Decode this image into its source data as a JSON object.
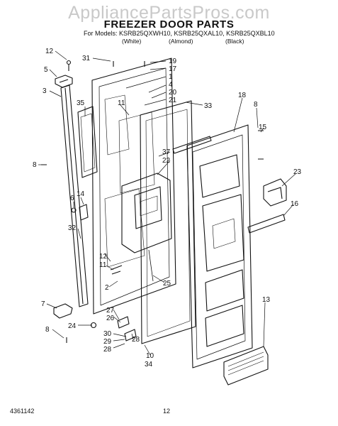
{
  "watermark": "AppliancePartsPros.com",
  "title": "FREEZER DOOR PARTS",
  "models_line": "For Models: KSRB25QXWH10, KSRB25QXAL10, KSRB25QXBL10",
  "color_labels": [
    "(White)",
    "(Almond)",
    "(Black)"
  ],
  "callouts": [
    "12",
    "31",
    "19",
    "17",
    "1",
    "4",
    "20",
    "21",
    "33",
    "18",
    "8",
    "15",
    "5",
    "3",
    "35",
    "11",
    "37",
    "22",
    "23",
    "16",
    "8",
    "6",
    "14",
    "32",
    "12",
    "11",
    "2",
    "25",
    "7",
    "13",
    "27",
    "26",
    "24",
    "8",
    "30",
    "29",
    "28",
    "28",
    "10",
    "34"
  ],
  "footer": {
    "code": "4361142",
    "page": "12"
  }
}
